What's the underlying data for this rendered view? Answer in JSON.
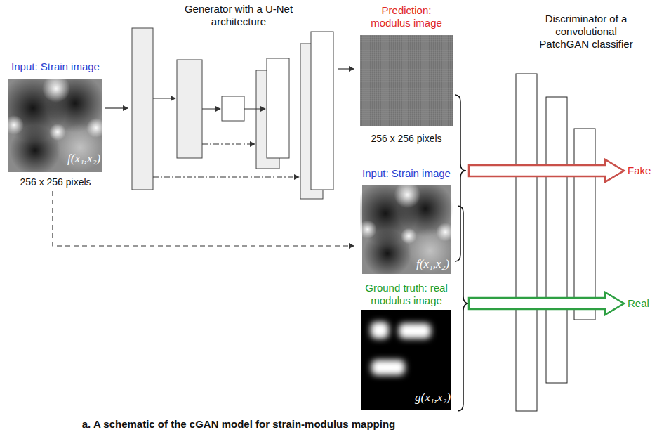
{
  "diagram": {
    "caption": "a. A schematic of the cGAN model for strain-modulus mapping",
    "nodes": [
      {
        "text": [
          "Input: Strain image",
          "f(x₁,x₂)",
          "256 x 256 pixels"
        ]
      },
      {
        "text": [
          "Generator with a U-Net architecture"
        ]
      },
      {
        "text": [
          "Prediction: modulus image",
          "256 x 256 pixels"
        ]
      },
      {
        "text": [
          "Input: Strain image",
          "f(x₁,x₂)"
        ]
      },
      {
        "text": [
          "Ground truth: real modulus image",
          "g(x₁,x₂)"
        ]
      },
      {
        "text": [
          "Discriminator of a convolutional PatchGAN classifier"
        ]
      }
    ],
    "edges": [
      {
        "from": 0,
        "to": 1,
        "arrow": "to"
      },
      {
        "from": 1,
        "to": 2,
        "arrow": "to"
      },
      {
        "from": 0,
        "to": 3,
        "arrow": "to"
      }
    ],
    "labels": [
      "Fake",
      "Real"
    ]
  }
}
